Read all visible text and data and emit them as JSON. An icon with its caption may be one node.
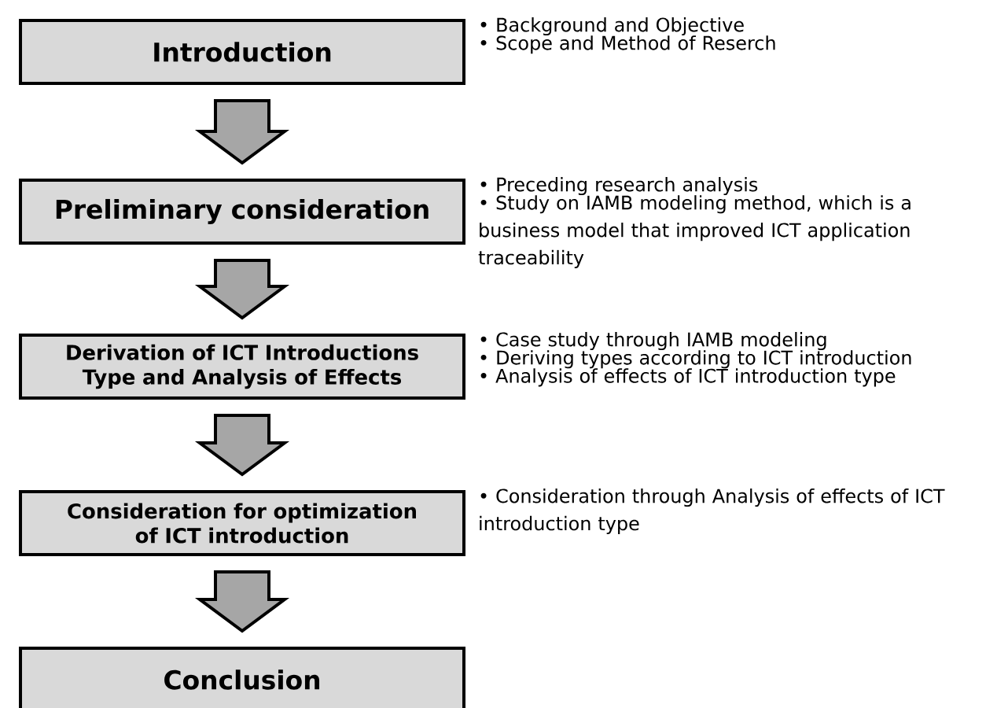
{
  "diagram": {
    "nodes": [
      {
        "text": [
          "Introduction"
        ],
        "beside": [
          "• Background and Objective",
          "• Scope and Method of Reserch"
        ]
      },
      {
        "text": [
          "Preliminary consideration"
        ],
        "beside": [
          "• Preceding research analysis",
          "• Study on IAMB modeling method, which is a business model that improved ICT application traceability"
        ]
      },
      {
        "text": [
          "Derivation of ICT Introductions Type and Analysis of Effects"
        ],
        "beside": [
          "• Case study through IAMB modeling",
          "• Deriving types according to ICT introduction",
          "• Analysis of effects of ICT introduction type"
        ]
      },
      {
        "text": [
          "Consideration for optimization of ICT introduction"
        ],
        "beside": [
          "• Consideration through Analysis of effects of ICT introduction type"
        ]
      },
      {
        "text": [
          "Conclusion"
        ]
      }
    ],
    "edges": [
      {
        "from": 0,
        "to": 1,
        "arrow": "to"
      },
      {
        "from": 1,
        "to": 2,
        "arrow": "to"
      },
      {
        "from": 2,
        "to": 3,
        "arrow": "to"
      },
      {
        "from": 3,
        "to": 4,
        "arrow": "to"
      }
    ]
  }
}
